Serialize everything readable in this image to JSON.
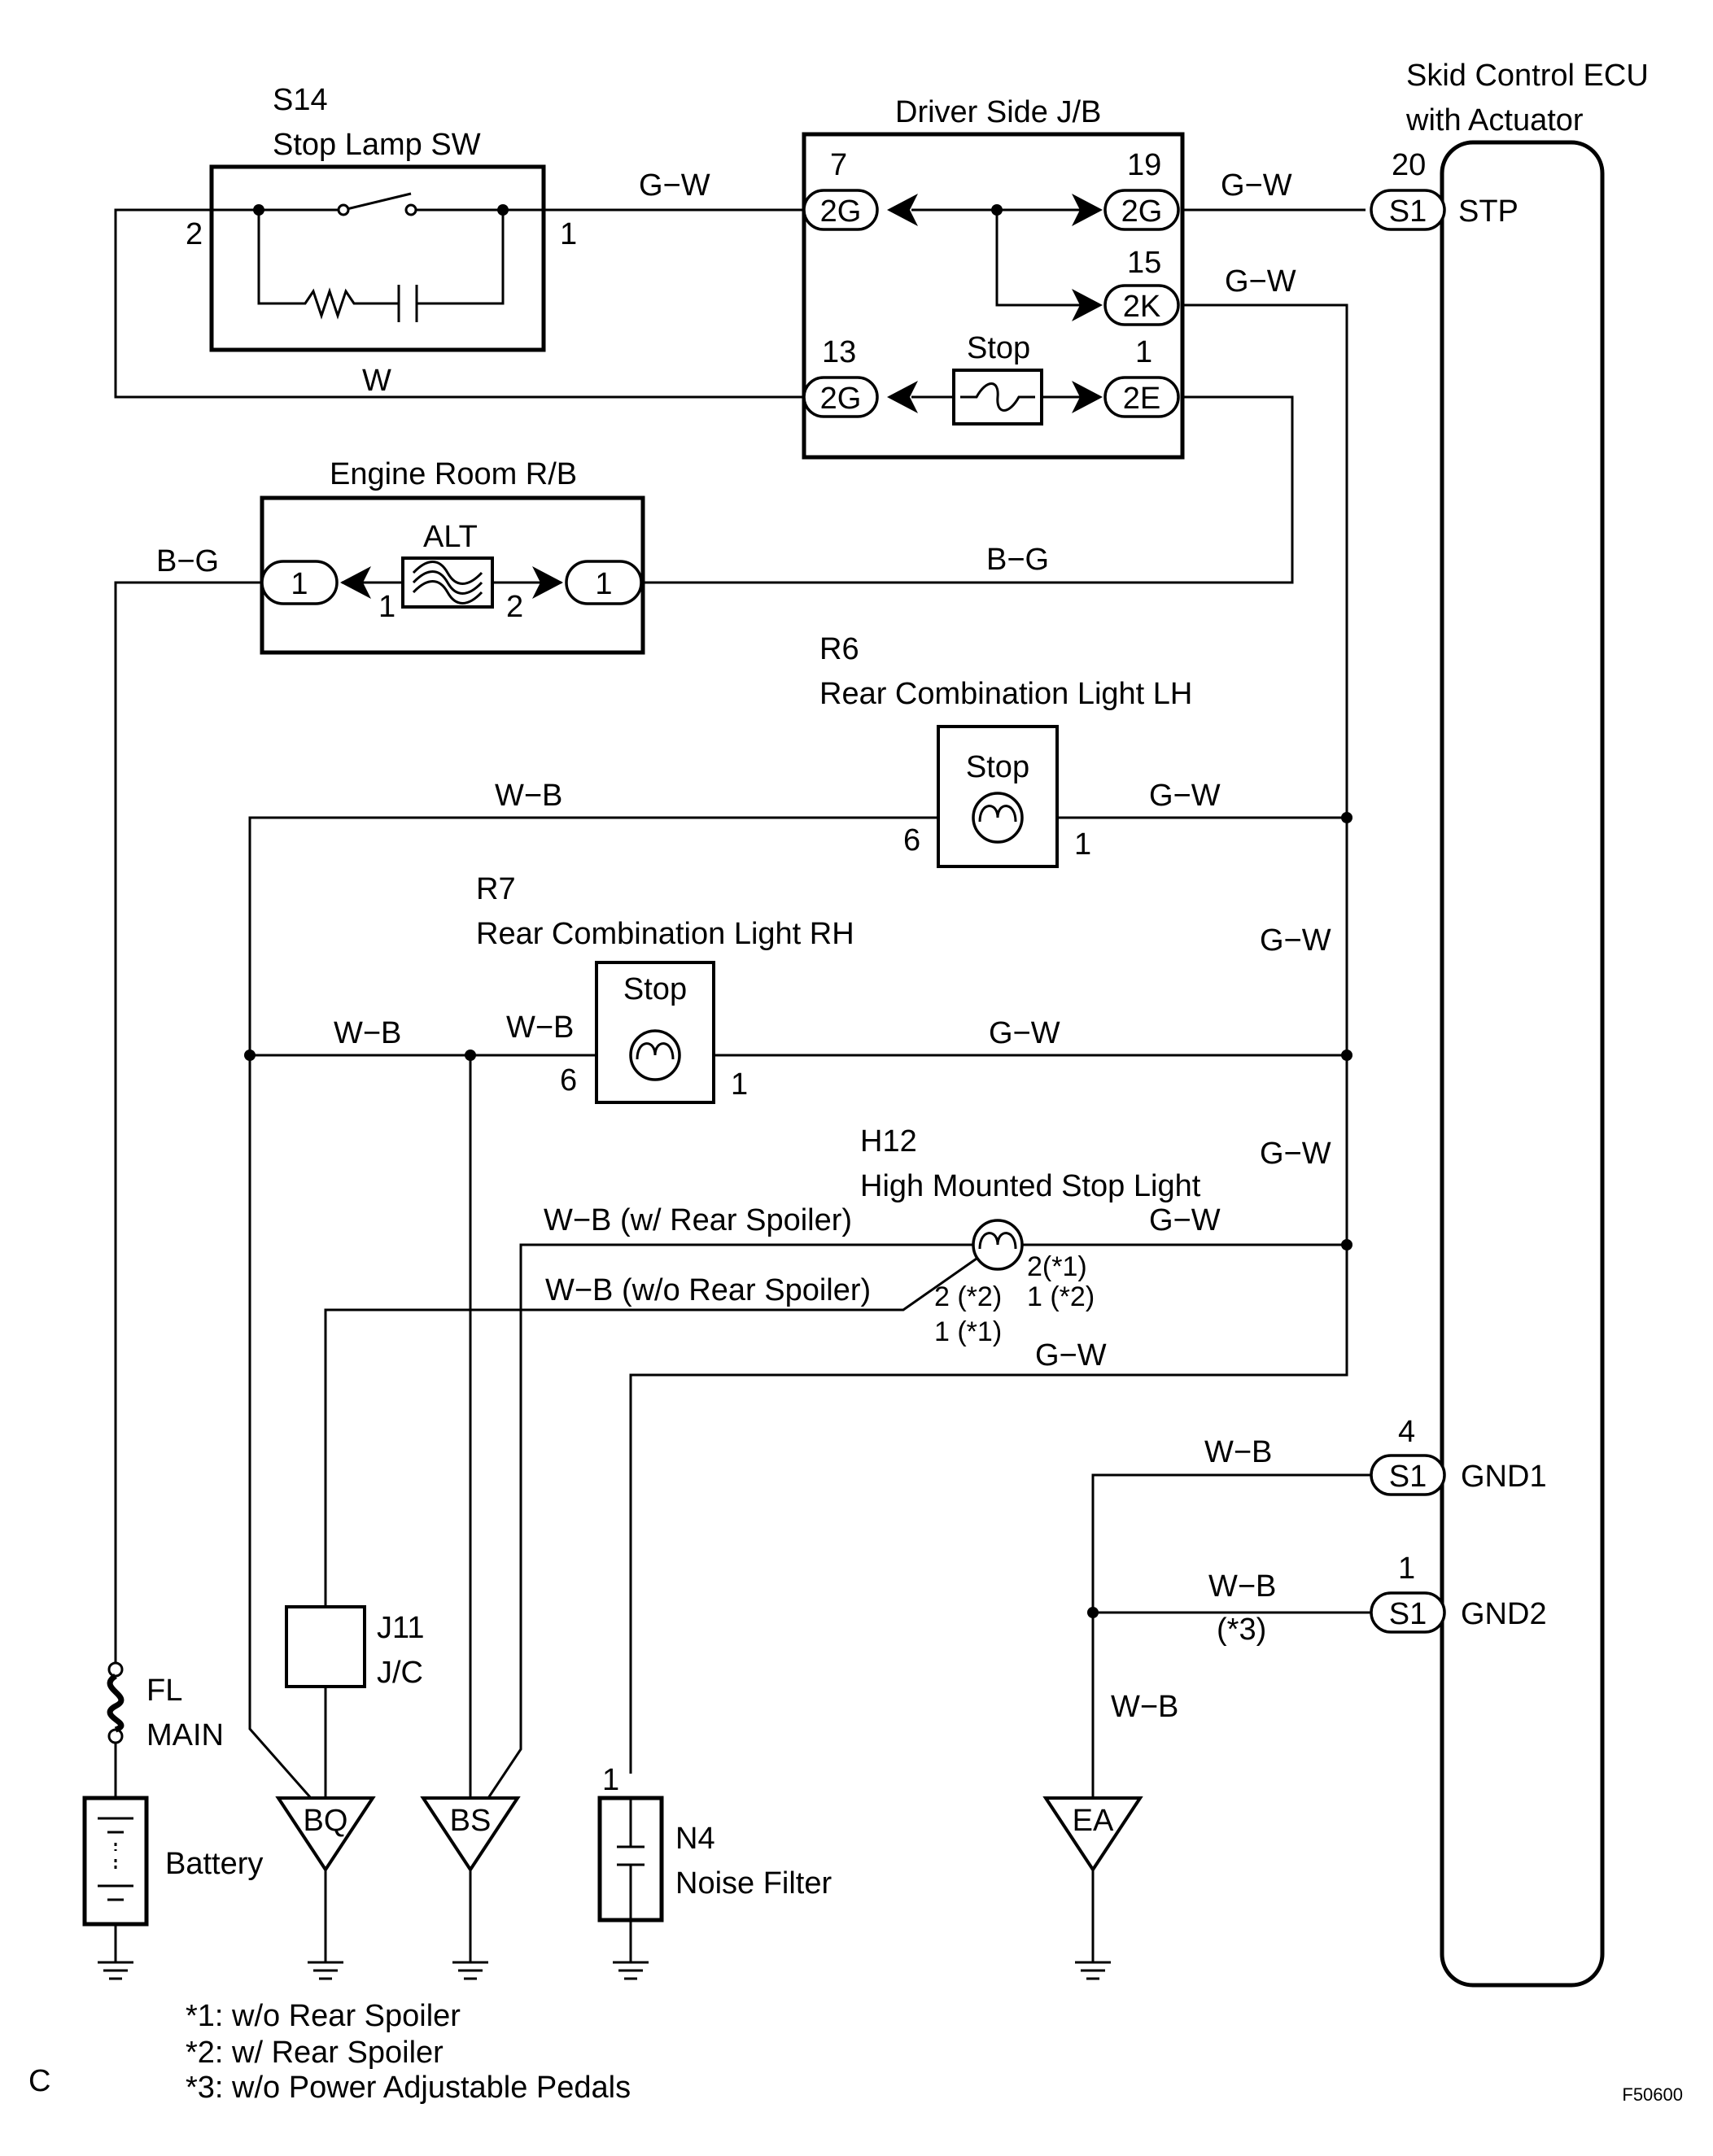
{
  "corner_letter": "C",
  "figure_id": "F50600",
  "components": {
    "s14": {
      "code": "S14",
      "name": "Stop Lamp SW",
      "pin_left": "2",
      "pin_right": "1"
    },
    "driver_jb": {
      "name": "Driver Side J/B",
      "fuse": "Stop"
    },
    "engine_rb": {
      "name": "Engine Room R/B",
      "fuse": "ALT",
      "pin_left": "1",
      "pin_right": "2"
    },
    "ecu": {
      "name_line1": "Skid Control ECU",
      "name_line2": "with Actuator"
    },
    "r6": {
      "code": "R6",
      "name": "Rear Combination Light LH",
      "lamp": "Stop",
      "pin_left": "6",
      "pin_right": "1"
    },
    "r7": {
      "code": "R7",
      "name": "Rear Combination Light RH",
      "lamp": "Stop",
      "pin_left": "6",
      "pin_right": "1"
    },
    "h12": {
      "code": "H12",
      "name": "High Mounted Stop Light",
      "pin_a": "2(*1)",
      "pin_b": "2 (*2)",
      "pin_c": "1 (*2)",
      "pin_d": "1 (*1)"
    },
    "j11": {
      "code": "J11",
      "name": "J/C"
    },
    "fl": {
      "line1": "FL",
      "line2": "MAIN"
    },
    "battery": {
      "name": "Battery"
    },
    "n4": {
      "code": "N4",
      "name": "Noise Filter",
      "pin": "1"
    }
  },
  "connectors": {
    "jb_2g_7": {
      "label": "2G",
      "pin": "7"
    },
    "jb_2g_19": {
      "label": "2G",
      "pin": "19"
    },
    "jb_2k_15": {
      "label": "2K",
      "pin": "15"
    },
    "jb_2g_13": {
      "label": "2G",
      "pin": "13"
    },
    "jb_2e_1": {
      "label": "2E",
      "pin": "1"
    },
    "rb_left": {
      "label": "1"
    },
    "rb_right": {
      "label": "1"
    },
    "ecu_stp": {
      "label": "S1",
      "pin": "20",
      "signal": "STP"
    },
    "ecu_gnd1": {
      "label": "S1",
      "pin": "4",
      "signal": "GND1"
    },
    "ecu_gnd2": {
      "label": "S1",
      "pin": "1",
      "signal": "GND2"
    }
  },
  "wires": {
    "s14_jb": "G−W",
    "jb_ecu": "G−W",
    "jb_2k": "G−W",
    "s14_w": "W",
    "rb_left": "B−G",
    "rb_right": "B−G",
    "r6_left": "W−B",
    "r6_right": "G−W",
    "trunk_mid": "G−W",
    "r7_left_a": "W−B",
    "r7_left_b": "W−B",
    "r7_right": "G−W",
    "trunk_low": "G−W",
    "h12_w_spoiler": "W−B (w/ Rear Spoiler)",
    "h12_wo_spoiler": "W−B (w/o Rear Spoiler)",
    "h12_right": "G−W",
    "n4_wire": "G−W",
    "gnd1": "W−B",
    "gnd2": "W−B",
    "gnd2_note": "(*3)",
    "ea": "W−B"
  },
  "grounds": {
    "bq": "BQ",
    "bs": "BS",
    "ea": "EA"
  },
  "notes": [
    "*1: w/o Rear Spoiler",
    "*2: w/ Rear Spoiler",
    "*3: w/o Power Adjustable Pedals"
  ]
}
